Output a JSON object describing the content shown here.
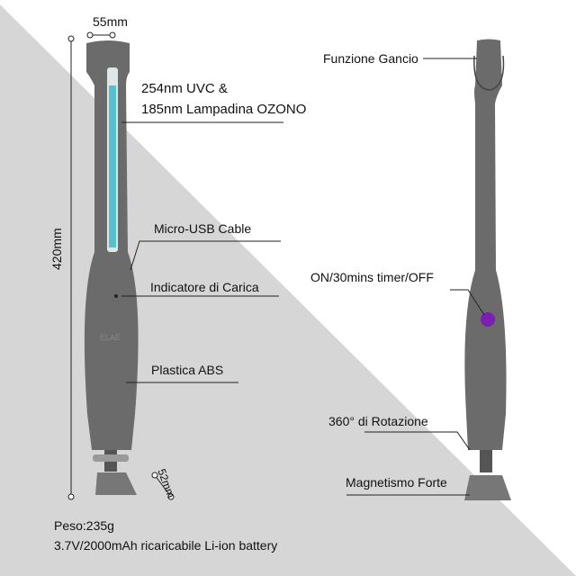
{
  "dimensions": {
    "width_label": "55mm",
    "height_label": "420mm",
    "base_label": "52mm"
  },
  "features_left": {
    "lamp_line1": "254nm UVC &",
    "lamp_line2": "185nm Lampadina OZONO",
    "usb": "Micro-USB Cable",
    "charge_indicator": "Indicatore di Carica",
    "material": "Plastica ABS"
  },
  "features_right": {
    "hook": "Funzione Gancio",
    "button": "ON/30mins timer/OFF",
    "rotation": "360° di Rotazione",
    "magnet": "Magnetismo Forte"
  },
  "specs": {
    "weight": "Peso:235g",
    "battery": "3.7V/2000mAh ricaricabile Li-ion battery"
  },
  "brand_logo": "ELAE",
  "colors": {
    "body": "#6b6b6b",
    "lamp": "#3fb8c8",
    "button": "#7a1fb0",
    "background_shape": "#d6d6d6"
  }
}
